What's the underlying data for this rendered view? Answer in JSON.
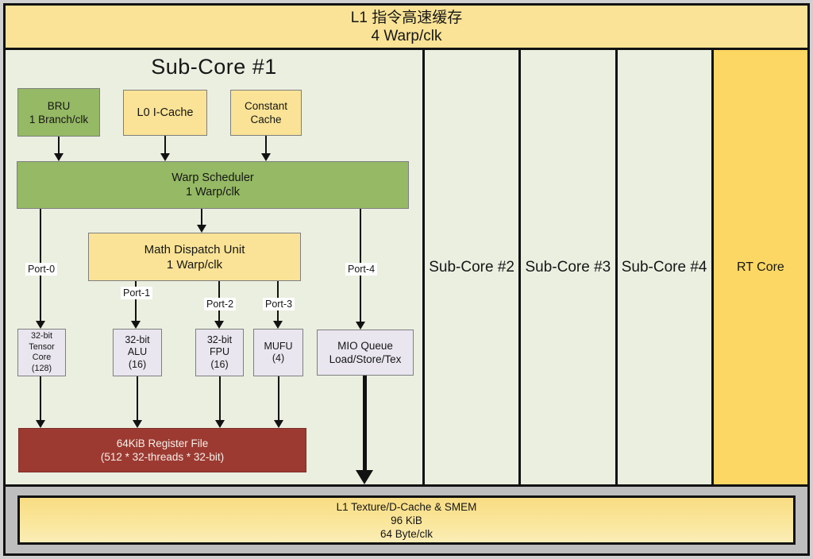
{
  "top_bar": {
    "line1": "L1 指令高速缓存",
    "line2": "4 Warp/clk"
  },
  "sub_core1": {
    "title": "Sub-Core #1",
    "bru": {
      "line1": "BRU",
      "line2": "1 Branch/clk"
    },
    "l0_icache": {
      "line1": "L0 I-Cache"
    },
    "constant_cache": {
      "line1": "Constant",
      "line2": "Cache"
    },
    "warp_scheduler": {
      "line1": "Warp Scheduler",
      "line2": "1 Warp/clk"
    },
    "math_dispatch": {
      "line1": "Math Dispatch Unit",
      "line2": "1 Warp/clk"
    },
    "ports": {
      "p0": "Port-0",
      "p1": "Port-1",
      "p2": "Port-2",
      "p3": "Port-3",
      "p4": "Port-4"
    },
    "tensor_core": {
      "line1": "32-bit",
      "line2": "Tensor",
      "line3": "Core",
      "line4": "(128)"
    },
    "alu": {
      "line1": "32-bit",
      "line2": "ALU",
      "line3": "(16)"
    },
    "fpu": {
      "line1": "32-bit",
      "line2": "FPU",
      "line3": "(16)"
    },
    "mufu": {
      "line1": "MUFU",
      "line2": "(4)"
    },
    "mio_queue": {
      "line1": "MIO Queue",
      "line2": "Load/Store/Tex"
    },
    "register_file": {
      "line1": "64KiB Register File",
      "line2": "(512 * 32-threads * 32-bit)"
    }
  },
  "columns": {
    "sub_core2": "Sub-Core #2",
    "sub_core3": "Sub-Core #3",
    "sub_core4": "Sub-Core #4",
    "rt_core": "RT Core"
  },
  "bottom_bar": {
    "line1": "L1 Texture/D-Cache & SMEM",
    "line2": "96 KiB",
    "line3": "64 Byte/clk"
  },
  "colors": {
    "pale_yellow": "#fae396",
    "gold": "#fdd763",
    "green": "#95b964",
    "panel_background": "#eaefe0",
    "execution_unit": "#e9e6ef",
    "register_file_red": "#9c3a31",
    "bottom_gray": "#bebebe",
    "border_black": "#121212"
  }
}
